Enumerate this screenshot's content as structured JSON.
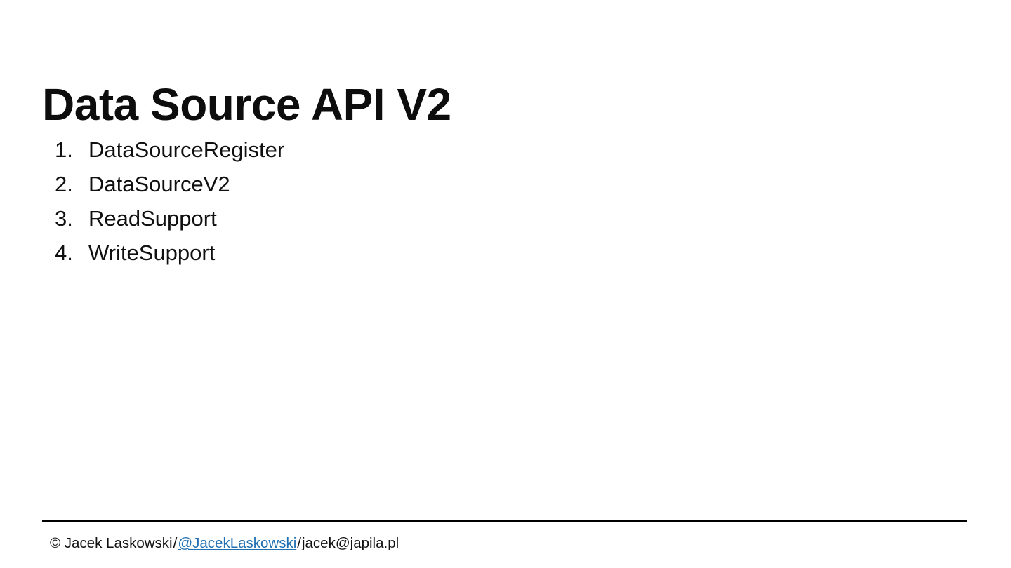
{
  "slide": {
    "title": "Data Source API V2",
    "background_color": "#ffffff",
    "text_color": "#101010"
  },
  "list": {
    "items": [
      {
        "number": "1.",
        "text": "DataSourceRegister"
      },
      {
        "number": "2.",
        "text": "DataSourceV2"
      },
      {
        "number": "3.",
        "text": "ReadSupport"
      },
      {
        "number": "4.",
        "text": "WriteSupport"
      }
    ]
  },
  "footer": {
    "copyright": "© Jacek Laskowski",
    "separator_1": "/",
    "link_label": "@JacekLaskowski",
    "separator_2": "/",
    "email": "jacek@japila.pl",
    "link_color": "#1f6fb2"
  }
}
